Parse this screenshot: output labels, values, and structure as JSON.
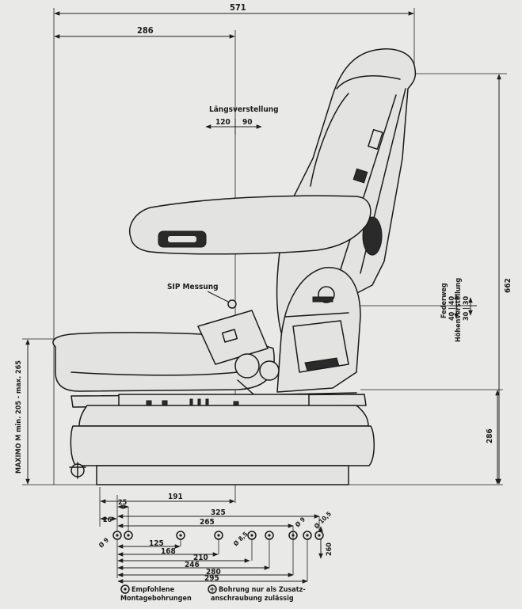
{
  "dimensions": {
    "overall_length": "571",
    "backrest_offset": "286",
    "overall_height": "662",
    "base_height": "286",
    "to_mounting": "191",
    "base_offset": "26"
  },
  "long_adjust": {
    "label": "Längsverstellung",
    "back": "120",
    "front": "90"
  },
  "sip": {
    "label": "SIP Messung"
  },
  "travel": {
    "label": "Federweg",
    "values": "40 | 40"
  },
  "height_adjust": {
    "label": "Höhenverstellung",
    "values": "30 | 30"
  },
  "maximo": {
    "label": "MAXIMO M min. 205 - max. 265"
  },
  "holes": {
    "h25": "25",
    "h325": "325",
    "h265": "265",
    "h125": "125",
    "h168": "168",
    "h210": "210",
    "h246": "246",
    "h280": "280",
    "h295": "295",
    "w260": "260",
    "d9a": "Ø 9",
    "d9b": "Ø 9",
    "d10": "Ø 10,5",
    "d85": "Ø 8,5"
  },
  "legend": {
    "recommended_line1": "Empfohlene",
    "recommended_line2": "Montagebohrungen",
    "additional_line1": "Bohrung nur als Zusatz-",
    "additional_line2": "anschraubung zulässig"
  }
}
